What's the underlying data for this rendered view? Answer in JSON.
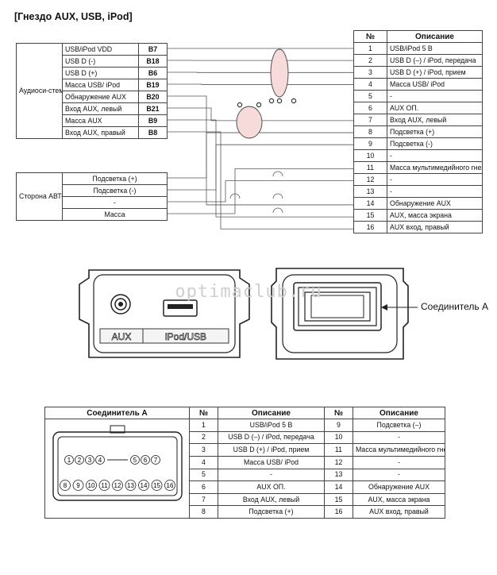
{
  "title": "[Гнездо AUX, USB, iPod]",
  "audio": {
    "group": "Аудиоси-стема",
    "rows": [
      {
        "name": "USB/iPod VDD",
        "pin": "B7"
      },
      {
        "name": "USB D (-)",
        "pin": "B18"
      },
      {
        "name": "USB D (+)",
        "pin": "B6"
      },
      {
        "name": "Масса USB/ iPod",
        "pin": "B19"
      },
      {
        "name": "Обнаружение AUX",
        "pin": "B20"
      },
      {
        "name": "Вход AUX, левый",
        "pin": "B21"
      },
      {
        "name": "Масса AUX",
        "pin": "B9"
      },
      {
        "name": "Вход AUX, правый",
        "pin": "B8"
      }
    ]
  },
  "vehicle": {
    "group": "Сторона АВТОМ.",
    "rows": [
      "Подсветка (+)",
      "Подсветка (-)",
      "-",
      "Масса"
    ]
  },
  "right_table": {
    "headers": [
      "№",
      "Описание"
    ],
    "rows": [
      {
        "no": "1",
        "desc": "USB/iPod 5 В"
      },
      {
        "no": "2",
        "desc": "USB D (–) / iPod, передача"
      },
      {
        "no": "3",
        "desc": "USB D (+) / iPod, прием"
      },
      {
        "no": "4",
        "desc": "Масса USB/ iPod"
      },
      {
        "no": "5",
        "desc": "-"
      },
      {
        "no": "6",
        "desc": "AUX ОП."
      },
      {
        "no": "7",
        "desc": "Вход AUX, левый"
      },
      {
        "no": "8",
        "desc": "Подсветка (+)"
      },
      {
        "no": "9",
        "desc": "Подсветка (-)"
      },
      {
        "no": "10",
        "desc": "-"
      },
      {
        "no": "11",
        "desc": "Масса мультимедийного гнезда"
      },
      {
        "no": "12",
        "desc": "-"
      },
      {
        "no": "13",
        "desc": "-"
      },
      {
        "no": "14",
        "desc": "Обнаружение AUX"
      },
      {
        "no": "15",
        "desc": "AUX, масса экрана"
      },
      {
        "no": "16",
        "desc": "AUX вход, правый"
      }
    ]
  },
  "device": {
    "front_aux": "AUX",
    "front_usb": "iPod/USB",
    "watermark": "optimaclub.ru",
    "connector_label": "Соединитель А"
  },
  "bottom_table": {
    "headers": [
      "Соединитель А",
      "№",
      "Описание",
      "№",
      "Описание"
    ],
    "rows": [
      {
        "n1": "1",
        "d1": "USB/iPod 5 В",
        "n2": "9",
        "d2": "Подсветка (–)"
      },
      {
        "n1": "2",
        "d1": "USB D (–) / iPod, передача",
        "n2": "10",
        "d2": "-"
      },
      {
        "n1": "3",
        "d1": "USB D (+) / iPod, прием",
        "n2": "11",
        "d2": "Масса мультимедийного гнезда"
      },
      {
        "n1": "4",
        "d1": "Масса USB/ iPod",
        "n2": "12",
        "d2": "-"
      },
      {
        "n1": "5",
        "d1": "-",
        "n2": "13",
        "d2": "-"
      },
      {
        "n1": "6",
        "d1": "AUX ОП.",
        "n2": "14",
        "d2": "Обнаружение AUX"
      },
      {
        "n1": "7",
        "d1": "Вход AUX, левый",
        "n2": "15",
        "d2": "AUX, масса экрана"
      },
      {
        "n1": "8",
        "d1": "Подсветка (+)",
        "n2": "16",
        "d2": "AUX вход, правый"
      }
    ],
    "pins_top": [
      "1",
      "2",
      "3",
      "4",
      "5",
      "6",
      "7"
    ],
    "pins_bottom": [
      "8",
      "9",
      "10",
      "11",
      "12",
      "13",
      "14",
      "15",
      "16"
    ]
  }
}
